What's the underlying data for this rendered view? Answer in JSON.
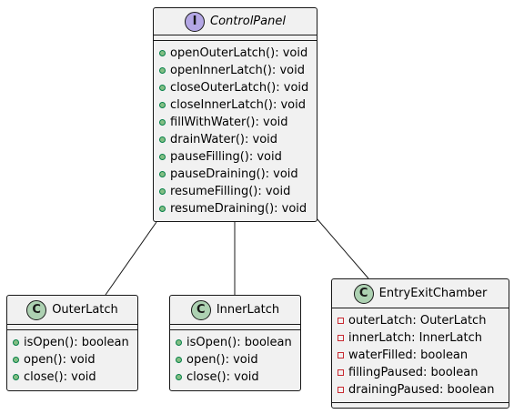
{
  "colors": {
    "box_fill": "#f1f1f1",
    "border": "#181818",
    "interface_badge": "#b4a7e5",
    "class_badge": "#add1b2",
    "public_fill": "#84be84",
    "public_border": "#038048",
    "private_border": "#c82930"
  },
  "interface": {
    "stereotype": "I",
    "name": "ControlPanel",
    "methods": [
      "openOuterLatch(): void",
      "openInnerLatch(): void",
      "closeOuterLatch(): void",
      "closeInnerLatch(): void",
      "fillWithWater(): void",
      "drainWater(): void",
      "pauseFilling(): void",
      "pauseDraining(): void",
      "resumeFilling(): void",
      "resumeDraining(): void"
    ]
  },
  "classes": [
    {
      "stereotype": "C",
      "name": "OuterLatch",
      "fields": [],
      "methods": [
        "isOpen(): boolean",
        "open(): void",
        "close(): void"
      ]
    },
    {
      "stereotype": "C",
      "name": "InnerLatch",
      "fields": [],
      "methods": [
        "isOpen(): boolean",
        "open(): void",
        "close(): void"
      ]
    },
    {
      "stereotype": "C",
      "name": "EntryExitChamber",
      "fields": [
        "outerLatch: OuterLatch",
        "innerLatch: InnerLatch",
        "waterFilled: boolean",
        "fillingPaused: boolean",
        "drainingPaused: boolean"
      ],
      "methods": []
    }
  ]
}
